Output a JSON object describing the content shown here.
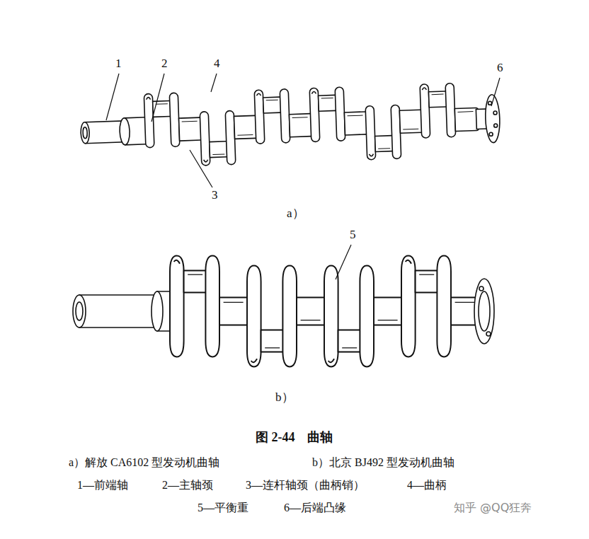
{
  "diagram": {
    "caption": "图 2-44　曲轴",
    "labels": [
      "1",
      "2",
      "4",
      "6",
      "3",
      "a）",
      "5",
      "b）",
      "a）解放 CA6102 型发动机曲轴",
      "b）北京 BJ492 型发动机曲轴",
      "1—前端轴",
      "2—主轴颈",
      "3—连杆轴颈（曲柄销）",
      "4—曲柄",
      "5—平衡重",
      "6—后端凸缘",
      "知乎 @QQ狂奔"
    ]
  }
}
